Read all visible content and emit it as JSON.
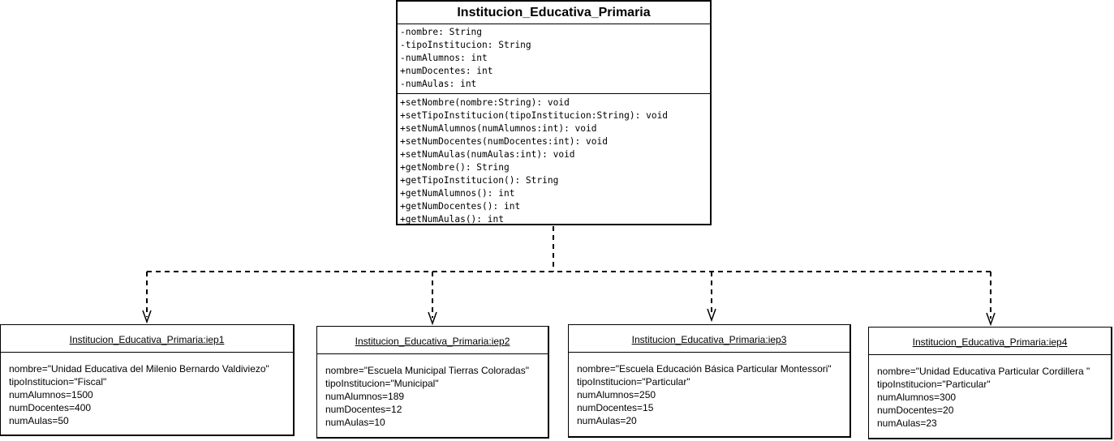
{
  "class": {
    "name": "Institucion_Educativa_Primaria",
    "attributes": [
      "-nombre: String",
      "-tipoInstitucion: String",
      "-numAlumnos: int",
      "+numDocentes: int",
      "-numAulas: int"
    ],
    "methods": [
      "+setNombre(nombre:String): void",
      "+setTipoInstitucion(tipoInstitucion:String): void",
      "+setNumAlumnos(numAlumnos:int): void",
      "+setNumDocentes(numDocentes:int): void",
      "+setNumAulas(numAulas:int): void",
      "+getNombre(): String",
      "+getTipoInstitucion(): String",
      "+getNumAlumnos(): int",
      "+getNumDocentes(): int",
      "+getNumAulas(): int"
    ]
  },
  "instances": [
    {
      "title": "Institucion_Educativa_Primaria:iep1",
      "slots": [
        "nombre=\"Unidad Educativa del Milenio Bernardo Valdiviezo\"",
        "tipoInstitucion=\"Fiscal\"",
        "numAlumnos=1500",
        "numDocentes=400",
        "numAulas=50"
      ]
    },
    {
      "title": "Institucion_Educativa_Primaria:iep2",
      "slots": [
        "nombre=\"Escuela Municipal Tierras Coloradas\"",
        "tipoInstitucion=\"Municipal\"",
        "numAlumnos=189",
        "numDocentes=12",
        "numAulas=10"
      ]
    },
    {
      "title": "Institucion_Educativa_Primaria:iep3",
      "slots": [
        "nombre=\"Escuela Educación Básica Particular Montessori\"",
        "tipoInstitucion=\"Particular\"",
        "numAlumnos=250",
        "numDocentes=15",
        "numAulas=20"
      ]
    },
    {
      "title": "Institucion_Educativa_Primaria:iep4",
      "slots": [
        "nombre=\"Unidad Educativa Particular Cordillera \"",
        "tipoInstitucion=\"Particular\"",
        "numAlumnos=300",
        "numDocentes=20",
        "numAulas=23"
      ]
    }
  ],
  "colors": {
    "line": "#000000",
    "background": "#ffffff"
  }
}
